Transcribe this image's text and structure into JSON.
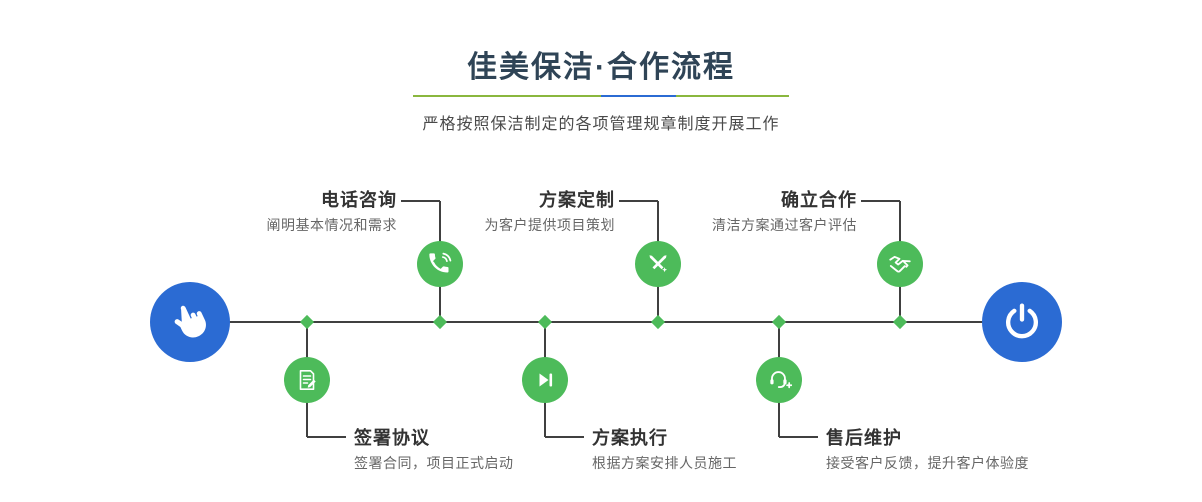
{
  "header": {
    "title": "佳美保洁·合作流程",
    "subtitle": "严格按照保洁制定的各项管理规章制度开展工作"
  },
  "timeline": {
    "start_icon": "hand-pointer-icon",
    "end_icon": "power-icon",
    "steps_top": [
      {
        "title": "电话咨询",
        "desc": "阐明基本情况和需求",
        "icon": "phone-icon"
      },
      {
        "title": "方案定制",
        "desc": "为客户提供项目策划",
        "icon": "pen-tools-icon"
      },
      {
        "title": "确立合作",
        "desc": "清洁方案通过客户评估",
        "icon": "handshake-icon"
      }
    ],
    "steps_bottom": [
      {
        "title": "签署协议",
        "desc": "签署合同，项目正式启动",
        "icon": "contract-icon"
      },
      {
        "title": "方案执行",
        "desc": "根据方案安排人员施工",
        "icon": "play-next-icon"
      },
      {
        "title": "售后维护",
        "desc": "接受客户反馈，提升客户体验度",
        "icon": "headset-icon"
      }
    ]
  },
  "colors": {
    "accent_green": "#4dbb5a",
    "accent_blue": "#2b6bd3",
    "divider_green": "#8ab73e",
    "title_color": "#2f4456",
    "line_color": "#404040",
    "step_title_color": "#333333",
    "step_desc_color": "#666666"
  }
}
